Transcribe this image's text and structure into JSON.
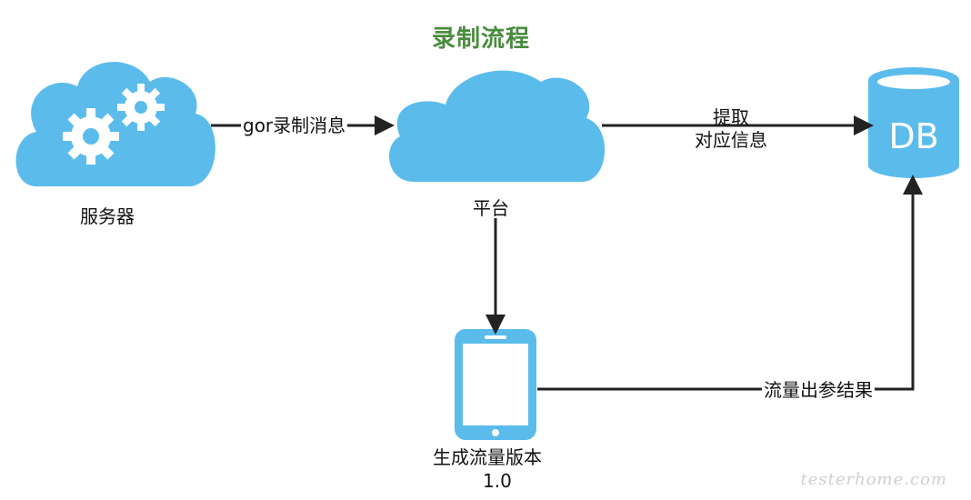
{
  "title": "录制流程",
  "nodes": {
    "server": {
      "label": "服务器"
    },
    "platform": {
      "label": "平台"
    },
    "db": {
      "label": "DB"
    },
    "phone": {
      "label_line1": "生成流量版本",
      "label_line2": "1.0"
    }
  },
  "edges": {
    "server_to_platform": "gor录制消息",
    "platform_to_db_line1": "提取",
    "platform_to_db_line2": "对应信息",
    "phone_to_db": "流量出参结果"
  },
  "watermark": "testerhome.com",
  "colors": {
    "accent": "#5bbcec",
    "title": "#4a8c3f",
    "arrow": "#222222"
  }
}
